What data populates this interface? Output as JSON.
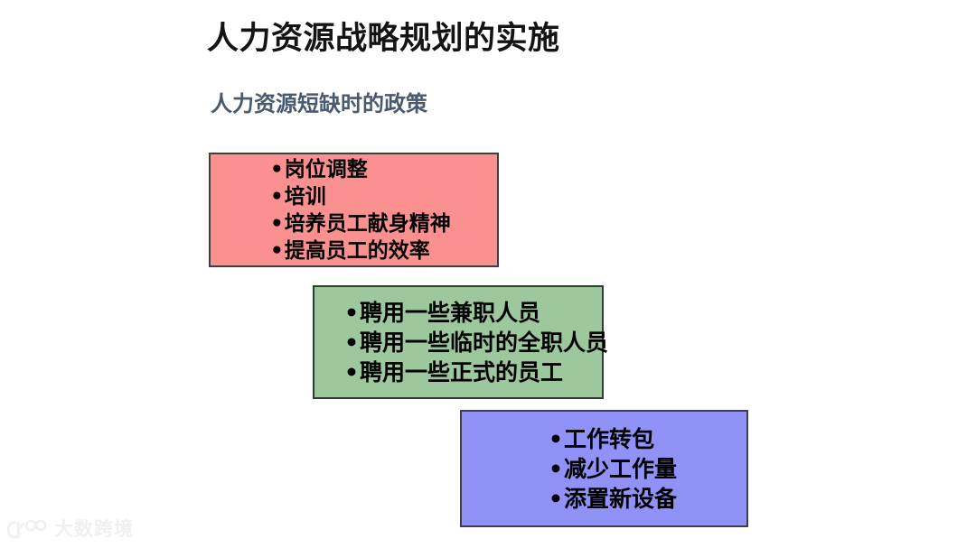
{
  "slide": {
    "title": "人力资源战略规划的实施",
    "subtitle": "人力资源短缺时的政策",
    "background_color": "#ffffff",
    "title_color": "#141414",
    "subtitle_color": "#49596e"
  },
  "boxes": [
    {
      "name": "policy-internal",
      "fill_color": "#fb9091",
      "border_color": "#4a3a3c",
      "items": [
        "岗位调整",
        "培训",
        "培养员工献身精神",
        "提高员工的效率"
      ]
    },
    {
      "name": "policy-hiring",
      "fill_color": "#9dc79c",
      "border_color": "#2f3a30",
      "items": [
        "聘用一些兼职人员",
        "聘用一些临时的全职人员",
        "聘用一些正式的员工"
      ]
    },
    {
      "name": "policy-outsourcing",
      "fill_color": "#9192f7",
      "border_color": "#3c3c58",
      "items": [
        "工作转包",
        "减少工作量",
        "添置新设备"
      ]
    }
  ],
  "watermark": {
    "text": "大数跨境",
    "color": "#f0f0f0",
    "logo_icon": "dashukuajing-logo-icon"
  }
}
